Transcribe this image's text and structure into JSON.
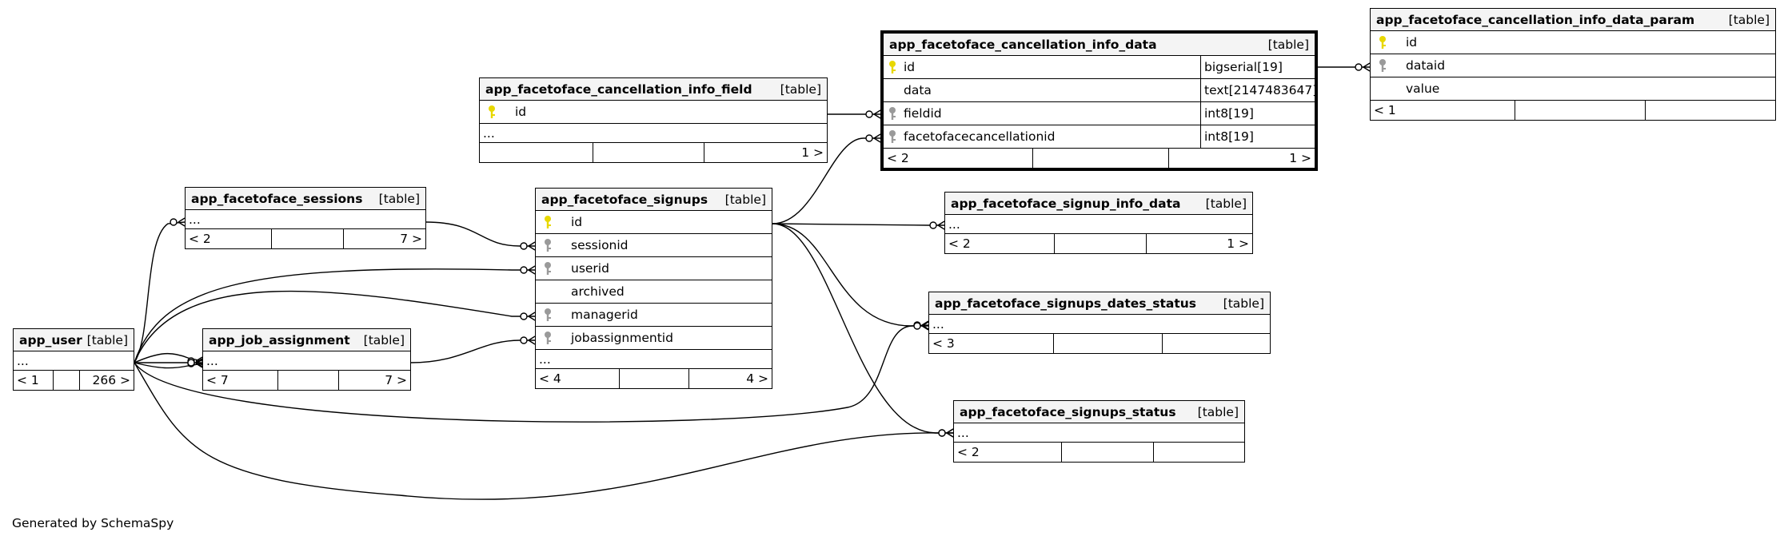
{
  "credit": "Generated by SchemaSpy",
  "tables": {
    "info_data_param": {
      "name": "app_facetoface_cancellation_info_data_param",
      "kind": "[table]",
      "columns": [
        {
          "key": "primary",
          "name": "id"
        },
        {
          "key": "foreign",
          "name": "dataid"
        },
        {
          "key": "none",
          "name": "value"
        }
      ],
      "footer": [
        "< 1",
        "",
        ""
      ]
    },
    "info_data": {
      "name": "app_facetoface_cancellation_info_data",
      "kind": "[table]",
      "columns": [
        {
          "key": "primary",
          "name": "id",
          "type": "bigserial[19]"
        },
        {
          "key": "none",
          "name": "data",
          "type": "text[2147483647]"
        },
        {
          "key": "foreign",
          "name": "fieldid",
          "type": "int8[19]"
        },
        {
          "key": "foreign",
          "name": "facetofacecancellationid",
          "type": "int8[19]"
        }
      ],
      "footer": [
        "< 2",
        "",
        "1 >"
      ]
    },
    "info_field": {
      "name": "app_facetoface_cancellation_info_field",
      "kind": "[table]",
      "columns": [
        {
          "key": "primary",
          "name": "id"
        }
      ],
      "more": "...",
      "footer": [
        "",
        "",
        "1 >"
      ]
    },
    "sessions": {
      "name": "app_facetoface_sessions",
      "kind": "[table]",
      "more": "...",
      "footer": [
        "< 2",
        "",
        "7 >"
      ]
    },
    "signups": {
      "name": "app_facetoface_signups",
      "kind": "[table]",
      "columns": [
        {
          "key": "primary",
          "name": "id"
        },
        {
          "key": "foreign",
          "name": "sessionid"
        },
        {
          "key": "foreign",
          "name": "userid"
        },
        {
          "key": "none",
          "name": "archived"
        },
        {
          "key": "foreign",
          "name": "managerid"
        },
        {
          "key": "foreign",
          "name": "jobassignmentid"
        }
      ],
      "more": "...",
      "footer": [
        "< 4",
        "",
        "4 >"
      ]
    },
    "signup_info_data": {
      "name": "app_facetoface_signup_info_data",
      "kind": "[table]",
      "more": "...",
      "footer": [
        "< 2",
        "",
        "1 >"
      ]
    },
    "dates_status": {
      "name": "app_facetoface_signups_dates_status",
      "kind": "[table]",
      "more": "...",
      "footer": [
        "< 3",
        "",
        ""
      ]
    },
    "signups_status": {
      "name": "app_facetoface_signups_status",
      "kind": "[table]",
      "more": "...",
      "footer": [
        "< 2",
        "",
        ""
      ]
    },
    "user": {
      "name": "app_user",
      "kind": "[table]",
      "more": "...",
      "footer": [
        "< 1",
        "",
        "266 >"
      ]
    },
    "job_assignment": {
      "name": "app_job_assignment",
      "kind": "[table]",
      "more": "...",
      "footer": [
        "< 7",
        "",
        "7 >"
      ]
    }
  },
  "colors": {
    "primary_key": "#e8d800",
    "foreign_key": "#9a9a9a",
    "header_bg": "#f4f4f4"
  }
}
